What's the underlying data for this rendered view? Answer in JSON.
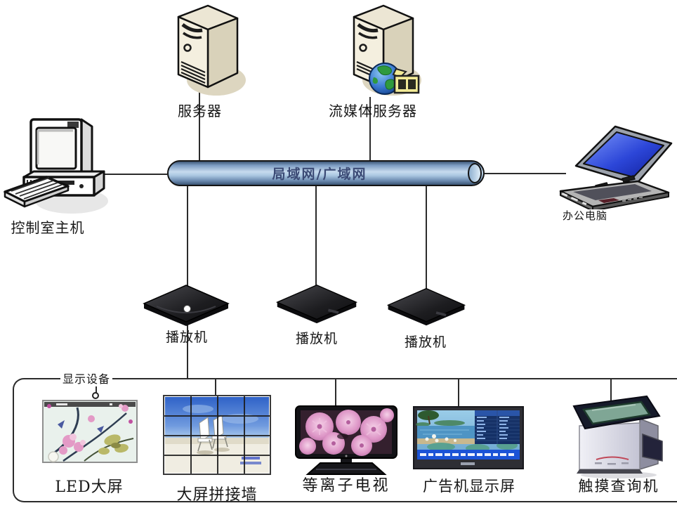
{
  "backbone": {
    "label": "局域网/广域网"
  },
  "servers": {
    "server_label": "服务器",
    "media_server_label": "流媒体服务器"
  },
  "control_host": {
    "label": "控制室主机"
  },
  "office_pc": {
    "label": "办公电脑"
  },
  "players": {
    "labels": [
      "播放机",
      "播放机",
      "播放机"
    ]
  },
  "display_group": {
    "label": "显示设备",
    "devices": {
      "led": "LED大屏",
      "video_wall": "大屏拼接墙",
      "plasma_tv": "等离子电视",
      "ad_display": "广告机显示屏",
      "kiosk": "触摸查询机"
    }
  },
  "colors": {
    "background": "#ffffff",
    "connector_line": "#2b2b2b",
    "pipe_light": "#c7dbee",
    "pipe_dark": "#3f5878",
    "pipe_text": "#3b4a75",
    "label_text": "#171717",
    "server_body": "#f2ecdb",
    "player_body": "#1c1c1f",
    "laptop_screen": "#2c46d8"
  }
}
